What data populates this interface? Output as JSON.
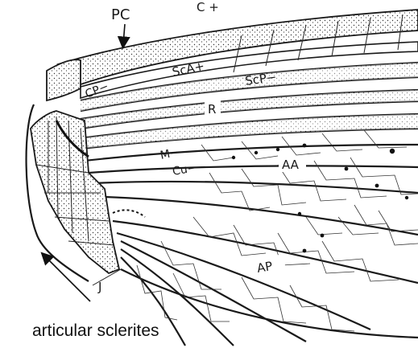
{
  "figure": {
    "subject": "insect wing base with vein labels",
    "labels": {
      "pc": "PC",
      "c": "C +",
      "cp": "CP−",
      "sca": "ScA+",
      "scp": "ScP−",
      "r": "R",
      "m": "M−",
      "cu": "Cu−",
      "aa": "AA",
      "ap": "AP",
      "j": "J"
    },
    "caption": "articular sclerites"
  }
}
